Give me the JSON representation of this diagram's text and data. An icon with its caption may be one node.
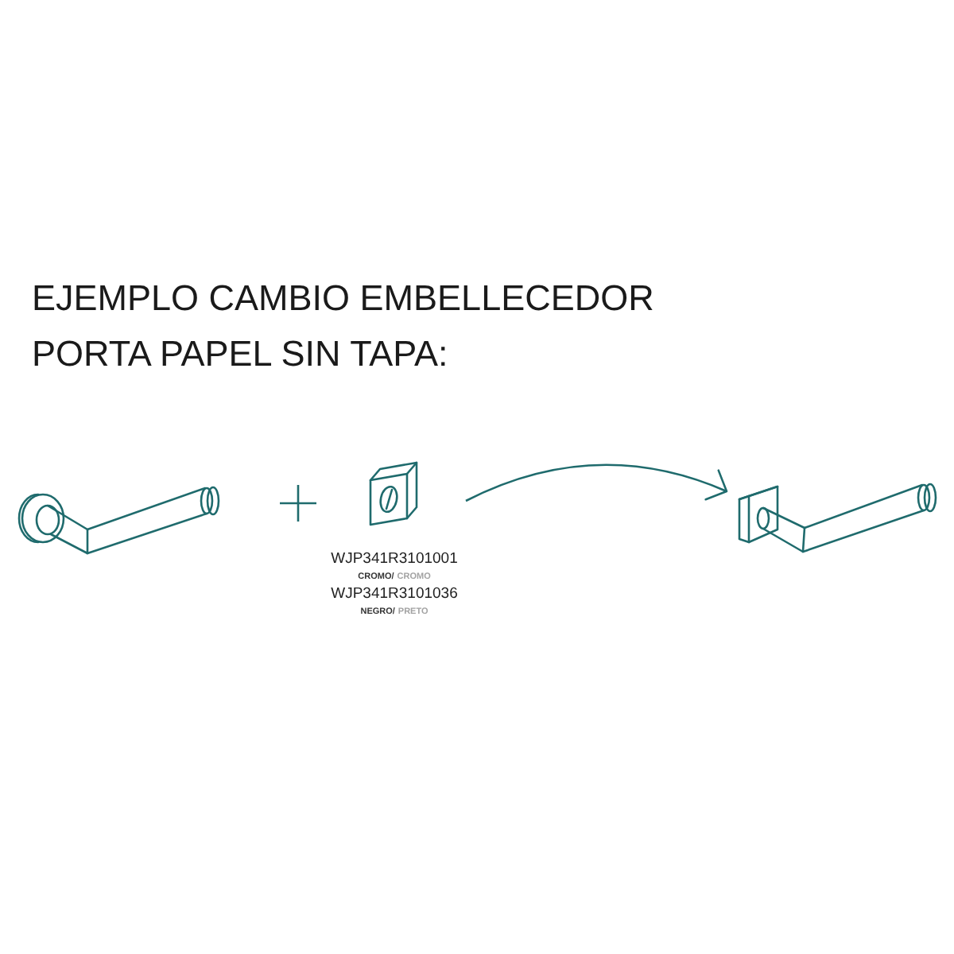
{
  "diagram": {
    "title": "EJEMPLO CAMBIO EMBELLECEDOR PORTA PAPEL SIN TAPA:",
    "nodes": [
      {
        "text": [],
        "shape": "picture"
      },
      {
        "text": [],
        "shape": "picture",
        "beside": [
          "WJP341R3101001",
          "CROMO/",
          "CROMO",
          "WJP341R3101036",
          "NEGRO/",
          "PRETO"
        ]
      },
      {
        "text": [],
        "shape": "picture"
      }
    ],
    "edges": [
      {
        "from": 1,
        "to": 2,
        "arrow": "to"
      }
    ]
  }
}
